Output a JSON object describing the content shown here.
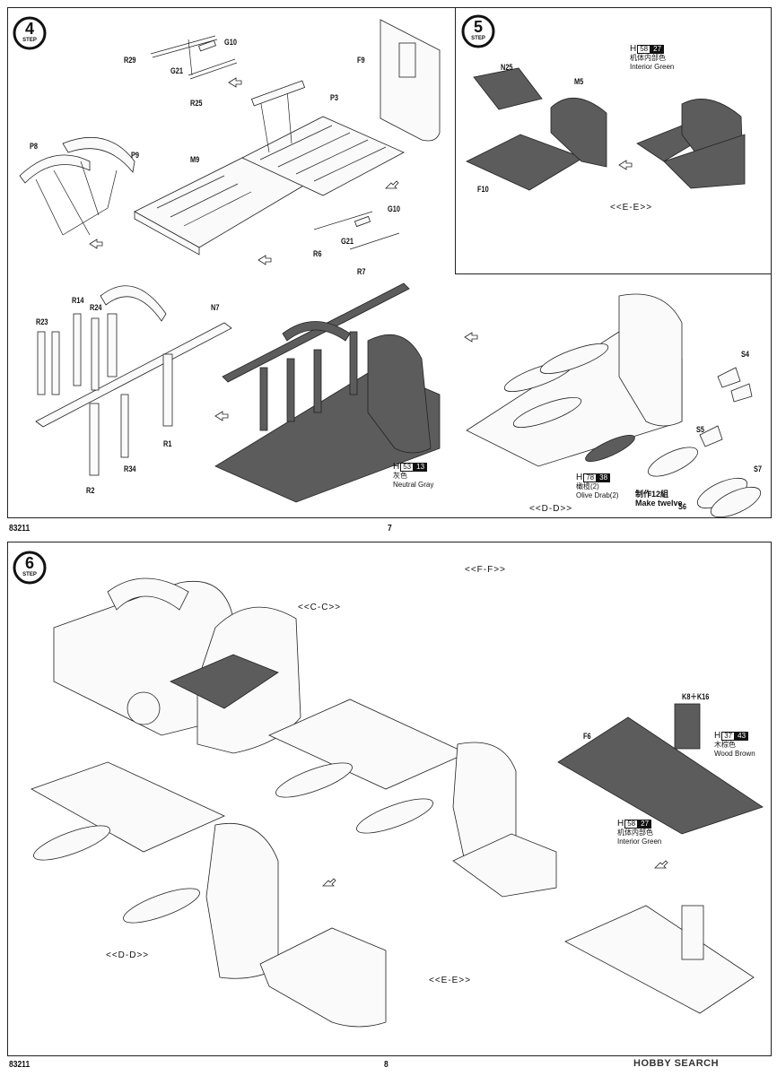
{
  "page_top": {
    "step_4": {
      "step_word": "STEP",
      "number": "4"
    },
    "step_5": {
      "step_word": "STEP",
      "number": "5"
    },
    "part_labels_step4": [
      "R29",
      "G10",
      "G21",
      "R25",
      "F9",
      "P3",
      "P8",
      "P9",
      "M9",
      "G10",
      "G21",
      "R6",
      "R7",
      "R14",
      "R24",
      "N7",
      "R23",
      "R1",
      "R34",
      "R2"
    ],
    "part_labels_step5": [
      "N25",
      "M5",
      "F10"
    ],
    "paint_interior_green": {
      "h": "H",
      "code1": "58",
      "code2": "27",
      "chinese": "机体内部色",
      "english": "Interior Green"
    },
    "section_e": "<<E-E>>",
    "paint_neutral_gray": {
      "h": "H",
      "code1": "53",
      "code2": "13",
      "chinese": "灰色",
      "english": "Neutral Gray"
    },
    "bomb_labels": [
      "S4",
      "S5",
      "S6",
      "S7"
    ],
    "paint_olive_drab": {
      "h": "H",
      "code1": "78",
      "code2": "38",
      "chinese": "橄榄(2)",
      "english": "Olive Drab(2)"
    },
    "make_twelve": {
      "chinese": "制作12組",
      "english": "Make twelve"
    },
    "section_d": "<<D-D>>",
    "kit_number": "83211",
    "page_number": "7"
  },
  "page_bottom": {
    "step_6": {
      "step_word": "STEP",
      "number": "6"
    },
    "section_f": "<<F-F>>",
    "section_c": "<<C-C>>",
    "part_k": "K8＋K16",
    "paint_wood_brown": {
      "h": "H",
      "code1": "37",
      "code2": "43",
      "chinese": "木棕色",
      "english": "Wood Brown"
    },
    "part_f6": "F6",
    "paint_interior_green": {
      "h": "H",
      "code1": "58",
      "code2": "27",
      "chinese": "机体内部色",
      "english": "Interior Green"
    },
    "section_d": "<<D-D>>",
    "section_e": "<<E-E>>",
    "kit_number": "83211",
    "page_number": "8",
    "watermark": "HOBBY SEARCH"
  }
}
